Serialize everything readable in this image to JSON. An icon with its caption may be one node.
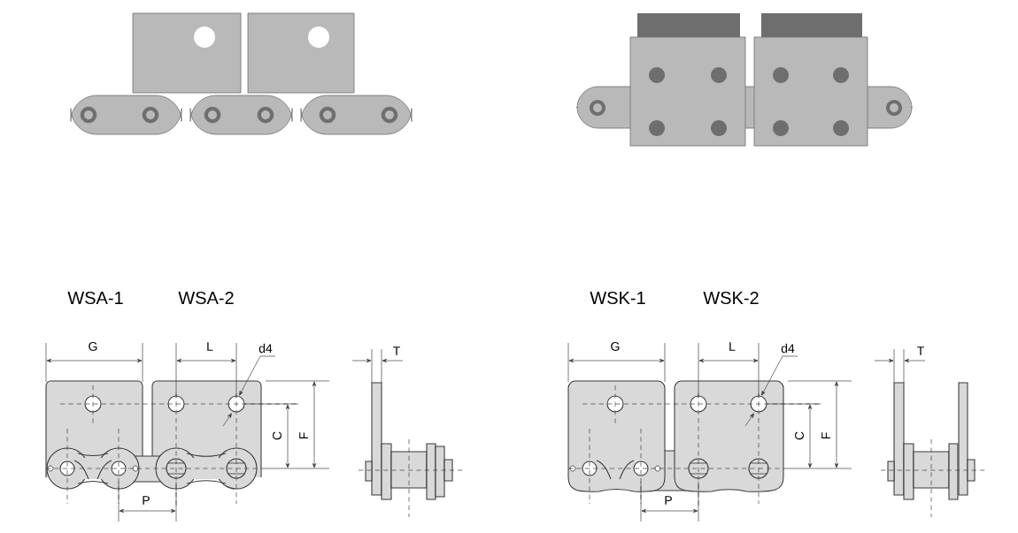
{
  "diagram": {
    "labels": [
      "WSA-1",
      "WSA-2",
      "WSK-1",
      "WSK-2",
      "G",
      "L",
      "d4",
      "T",
      "G",
      "L",
      "d4",
      "T",
      "C",
      "F",
      "C",
      "F",
      "P",
      "P"
    ]
  }
}
